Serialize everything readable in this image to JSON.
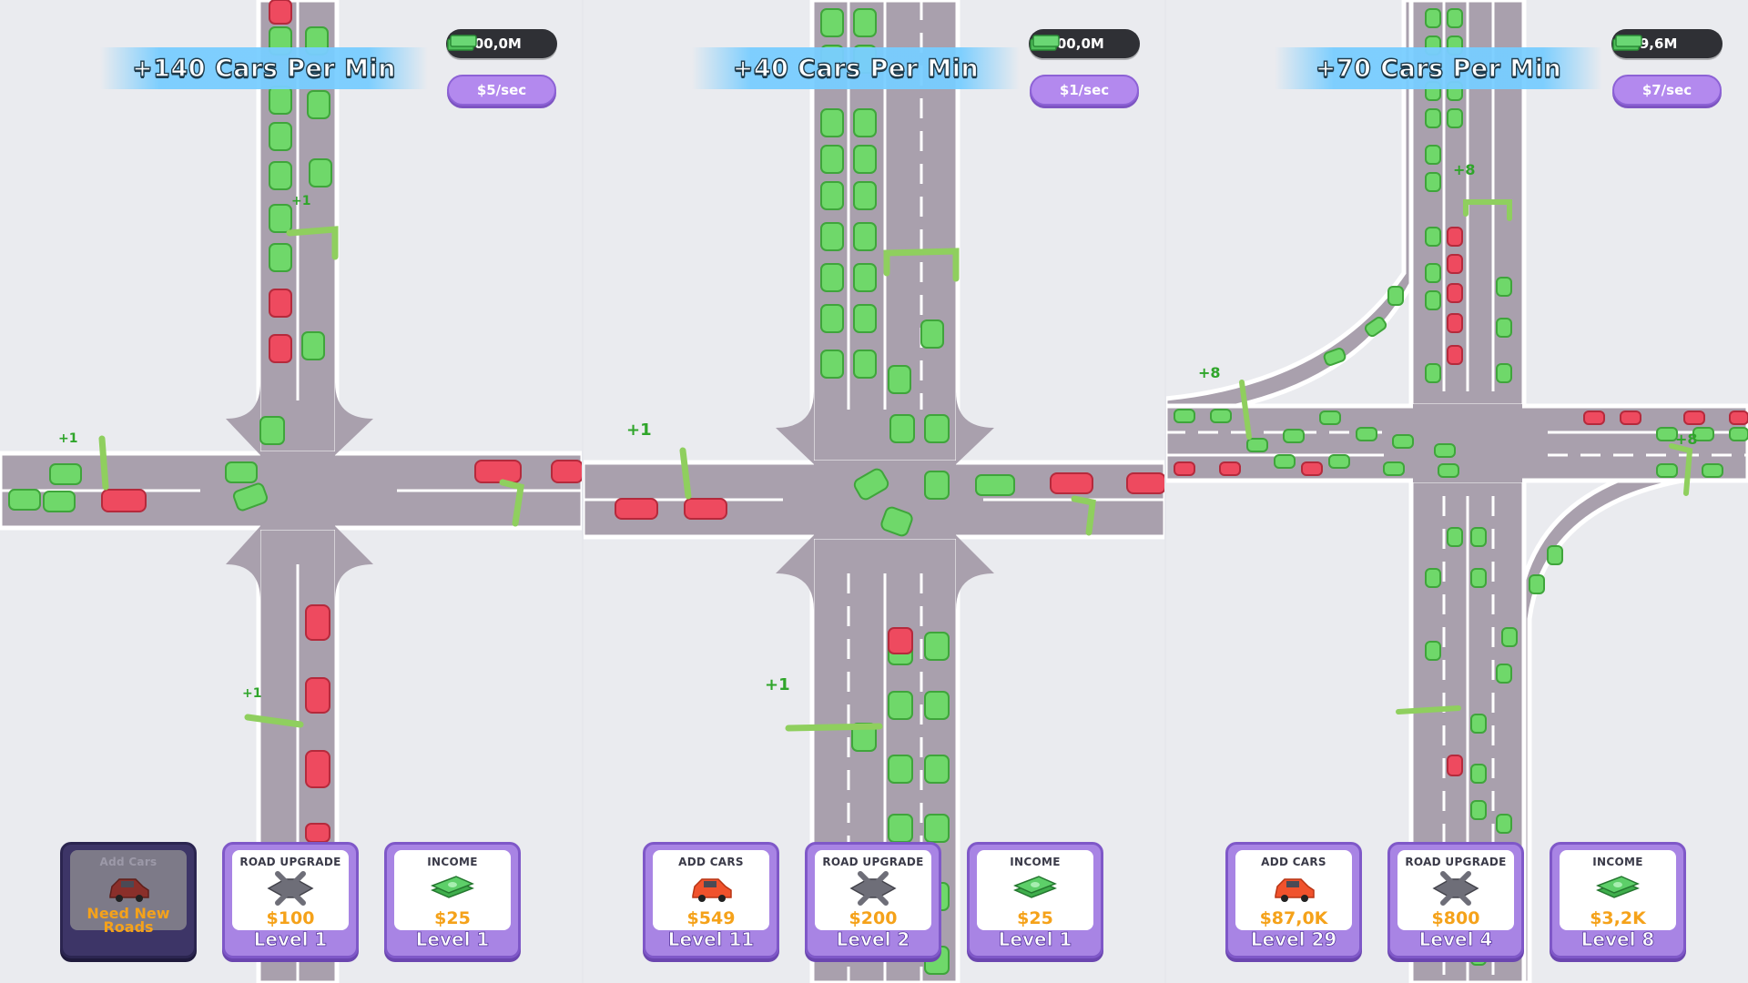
{
  "panels": [
    {
      "cars_per_min": "+140 Cars Per Min",
      "money": "$100,0M",
      "rate": "$5/sec",
      "floating_bonus": [
        "+1",
        "+1",
        "+1"
      ],
      "cards": [
        {
          "title": "Add Cars",
          "locked": true,
          "locked_text_1": "Need New",
          "locked_text_2": "Roads",
          "icon": "car-icon"
        },
        {
          "title": "ROAD UPGRADE",
          "price": "$100",
          "level": "Level 1",
          "icon": "road-junction-icon"
        },
        {
          "title": "INCOME",
          "price": "$25",
          "level": "Level 1",
          "icon": "cash-stack-icon"
        }
      ]
    },
    {
      "cars_per_min": "+40 Cars Per Min",
      "money": "$100,0M",
      "rate": "$1/sec",
      "floating_bonus": [
        "+1",
        "+1"
      ],
      "cards": [
        {
          "title": "ADD CARS",
          "price": "$549",
          "level": "Level 11",
          "icon": "car-icon"
        },
        {
          "title": "ROAD UPGRADE",
          "price": "$200",
          "level": "Level 2",
          "icon": "road-junction-icon"
        },
        {
          "title": "INCOME",
          "price": "$25",
          "level": "Level 1",
          "icon": "cash-stack-icon"
        }
      ]
    },
    {
      "cars_per_min": "+70 Cars Per Min",
      "money": "$99,6M",
      "rate": "$7/sec",
      "floating_bonus": [
        "+8",
        "+8",
        "+8"
      ],
      "cards": [
        {
          "title": "ADD CARS",
          "price": "$87,0K",
          "level": "Level 29",
          "icon": "car-icon"
        },
        {
          "title": "ROAD UPGRADE",
          "price": "$800",
          "level": "Level 4",
          "icon": "road-junction-icon"
        },
        {
          "title": "INCOME",
          "price": "$3,2K",
          "level": "Level 8",
          "icon": "cash-stack-icon"
        }
      ]
    }
  ],
  "colors": {
    "road": "#a9a0ad",
    "road_edge": "#ffffff",
    "ground": "#eaebef",
    "green_car": "#6fd86a",
    "red_car": "#ee4a5f",
    "gate": "#8fcf5e",
    "card_purple": "#a884e4",
    "price_orange": "#f5a21a"
  }
}
